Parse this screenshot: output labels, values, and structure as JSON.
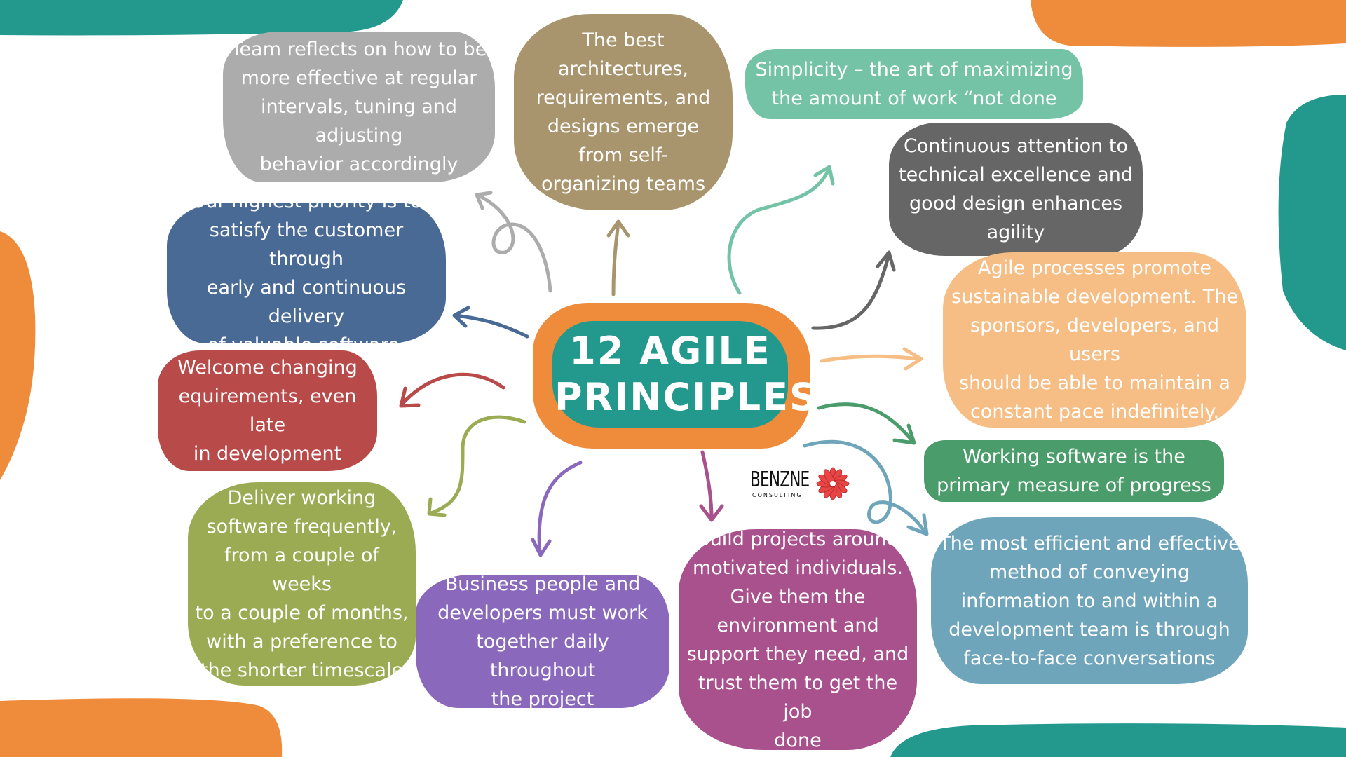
{
  "title": {
    "line1": "12 AGILE",
    "line2": "PRINCIPLES"
  },
  "logo": {
    "name": "BENZNE",
    "sub": "CONSULTING"
  },
  "principles": [
    {
      "id": "customer",
      "color": "#4a6a96",
      "lines": [
        "Our highest priority is to",
        "satisfy the customer through",
        "early and continuous delivery",
        "of valuable software."
      ]
    },
    {
      "id": "changing",
      "color": "#b94a4a",
      "lines": [
        "Welcome changing",
        "equirements, even late",
        "in development"
      ]
    },
    {
      "id": "deliver",
      "color": "#9aab54",
      "lines": [
        "Deliver working",
        "software frequently,",
        "from a couple of weeks",
        "to a couple of months,",
        "with a preference to",
        "the shorter timescale"
      ]
    },
    {
      "id": "business",
      "color": "#8a69bd",
      "lines": [
        "Business people and",
        "developers must work",
        "together daily throughout",
        "the project"
      ]
    },
    {
      "id": "motivated",
      "color": "#a9518c",
      "lines": [
        "Build projects around",
        "motivated individuals.",
        "Give them the",
        "environment and",
        "support they need, and",
        "trust them to get the job",
        "done"
      ]
    },
    {
      "id": "face",
      "color": "#6fa5bb",
      "lines": [
        "The most efficient and effective",
        "method of conveying",
        "information to and within a",
        "development team is through",
        "face-to-face conversations"
      ]
    },
    {
      "id": "working",
      "color": "#4a9c6a",
      "lines": [
        "Working software is the",
        "primary measure of progress"
      ]
    },
    {
      "id": "sustainable",
      "color": "#f6bd84",
      "lines": [
        "Agile processes promote",
        "sustainable development. The",
        "sponsors, developers, and users",
        "should be able to maintain a",
        "constant pace indefinitely."
      ]
    },
    {
      "id": "technical",
      "color": "#666666",
      "lines": [
        "Continuous attention to",
        "technical excellence and",
        "good design enhances",
        "agility"
      ]
    },
    {
      "id": "simplicity",
      "color": "#74c3a6",
      "lines": [
        "Simplicity – the art of maximizing",
        "the amount of work “not done"
      ]
    },
    {
      "id": "architectures",
      "color": "#a8956d",
      "lines": [
        "The best",
        "architectures,",
        "requirements, and",
        "designs emerge",
        "from self-",
        "organizing teams"
      ]
    },
    {
      "id": "reflects",
      "color": "#acacac",
      "lines": [
        "Team reflects on how to be",
        "more effective at regular",
        "intervals, tuning and adjusting",
        "behavior accordingly"
      ]
    }
  ]
}
